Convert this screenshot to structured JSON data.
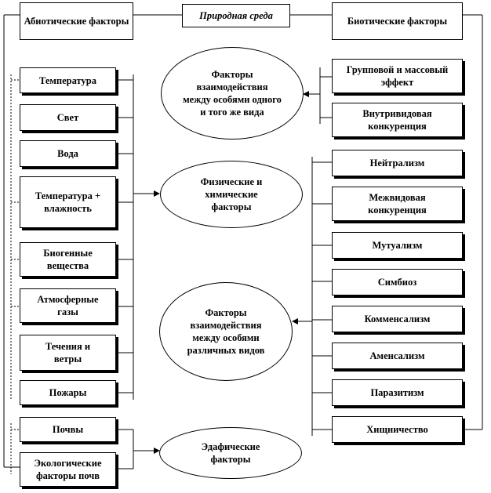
{
  "top": {
    "abiotic": "Абиотические факторы",
    "environment": "Природная среда",
    "biotic": "Биотические факторы"
  },
  "left_boxes": [
    "Температура",
    "Свет",
    "Вода",
    "Температура + влажность",
    "Биогенные вещества",
    "Атмосферные газы",
    "Течения и ветры",
    "Пожары",
    "Почвы",
    "Экологические факторы почв"
  ],
  "right_top_boxes": [
    "Групповой и массовый эффект",
    "Внутривидовая конкуренция"
  ],
  "right_boxes": [
    "Нейтрализм",
    "Межвидовая конкуренция",
    "Мутуализм",
    "Симбиоз",
    "Комменсализм",
    "Аменсализм",
    "Паразитизм",
    "Хищничество"
  ],
  "ovals": {
    "intra": "Факторы взаимодействия между особями одного и того же вида",
    "physchem": "Физические и химические факторы",
    "inter": "Факторы взаимодействия между особями различных видов",
    "edaphic": "Эдафические факторы"
  }
}
